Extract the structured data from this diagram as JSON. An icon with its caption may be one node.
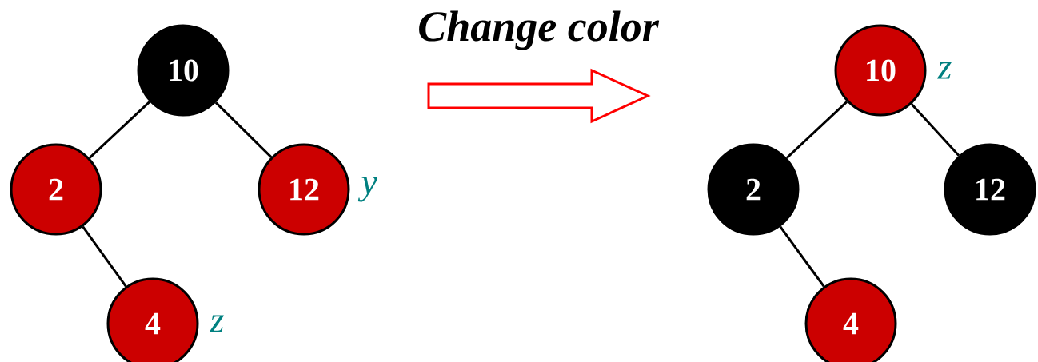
{
  "diagram": {
    "nodes": [
      {
        "text": [
          "10"
        ]
      },
      {
        "text": [
          "2"
        ]
      },
      {
        "text": [
          "12"
        ],
        "beside": [
          "y"
        ]
      },
      {
        "text": [
          "4"
        ],
        "beside": [
          "z"
        ]
      },
      {
        "text": [
          "10"
        ],
        "beside": [
          "z"
        ]
      },
      {
        "text": [
          "2"
        ]
      },
      {
        "text": [
          "12"
        ]
      },
      {
        "text": [
          "4"
        ]
      }
    ],
    "edges": [
      {
        "from": 0,
        "to": 1,
        "arrow": "none"
      },
      {
        "from": 0,
        "to": 2,
        "arrow": "none"
      },
      {
        "from": 1,
        "to": 3,
        "arrow": "none"
      },
      {
        "from": 4,
        "to": 5,
        "arrow": "none"
      },
      {
        "from": 4,
        "to": 6,
        "arrow": "none"
      },
      {
        "from": 5,
        "to": 7,
        "arrow": "none"
      }
    ],
    "labels": [
      "Change color"
    ]
  }
}
